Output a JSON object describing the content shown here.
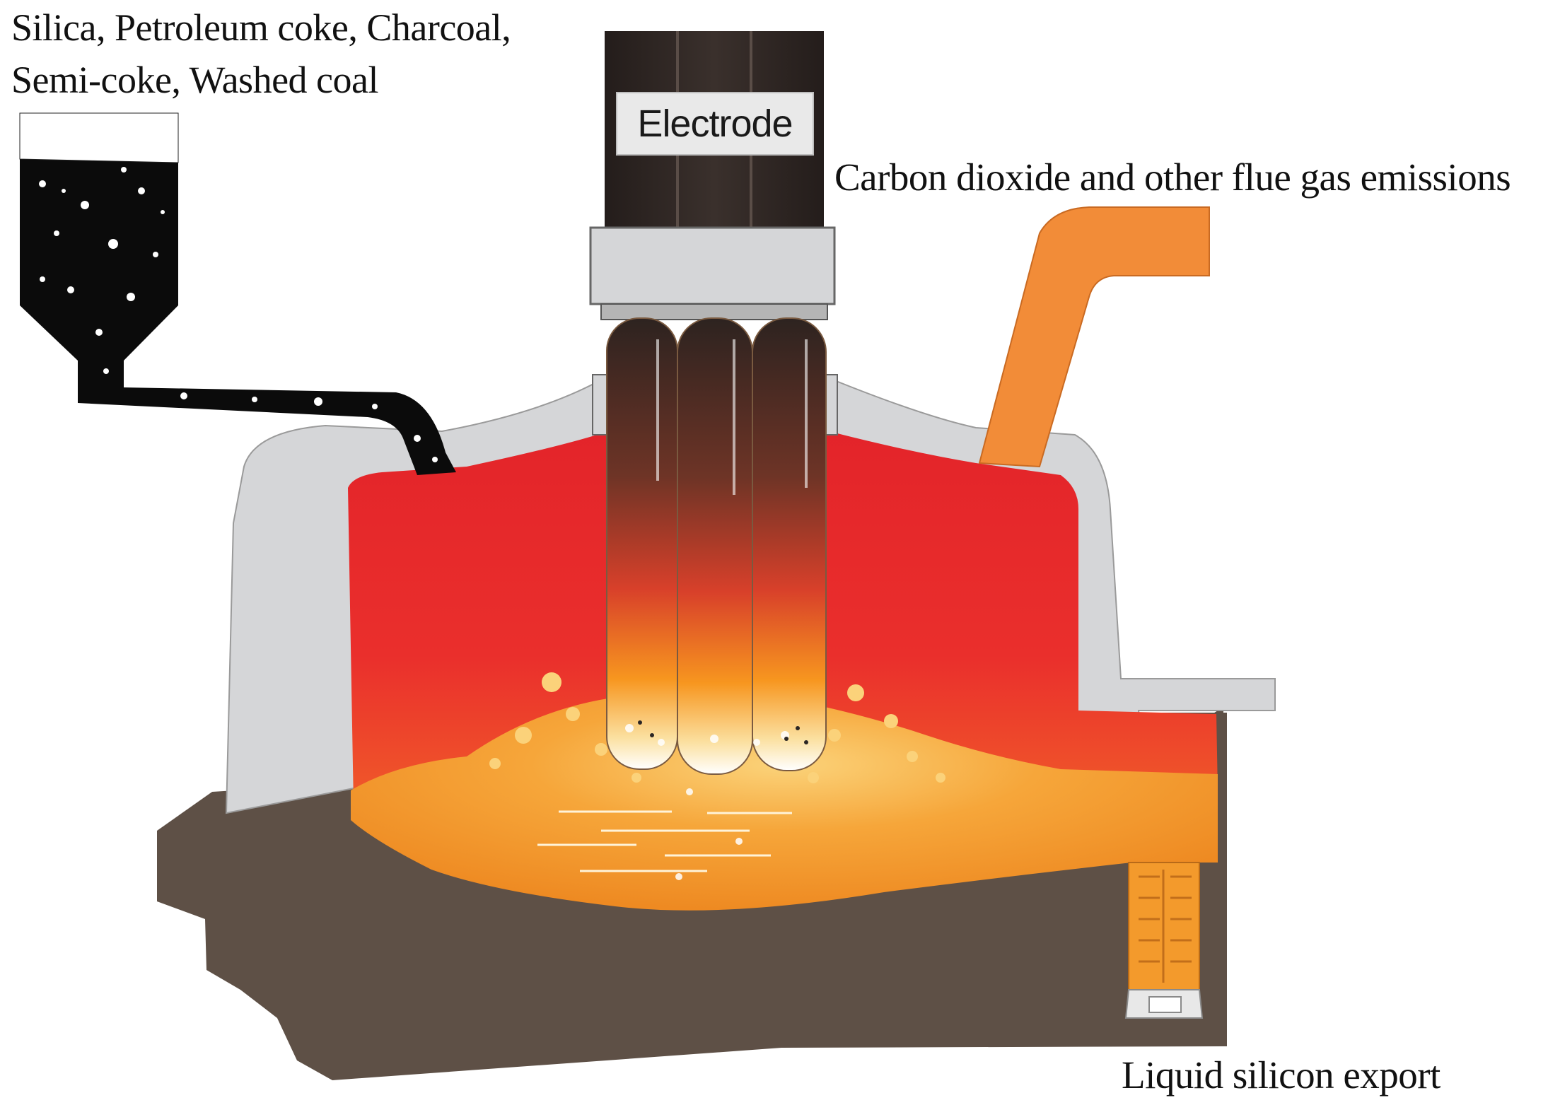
{
  "labels": {
    "feed_line1": "Silica, Petroleum coke, Charcoal,",
    "feed_line2": "Semi-coke, Washed coal",
    "electrode": "Electrode",
    "flue_gas": "Carbon dioxide and other flue gas emissions",
    "silicon_export": "Liquid silicon export"
  },
  "colors": {
    "furnace_shell": "#5e5046",
    "refractory_lining": "#d5d6d8",
    "charge_red": "#e8262b",
    "molten_orange": "#f39a2c",
    "flue_pipe": "#f28c38",
    "electrode_dark": "#2b2624",
    "feed_material": "#0b0b0b"
  }
}
